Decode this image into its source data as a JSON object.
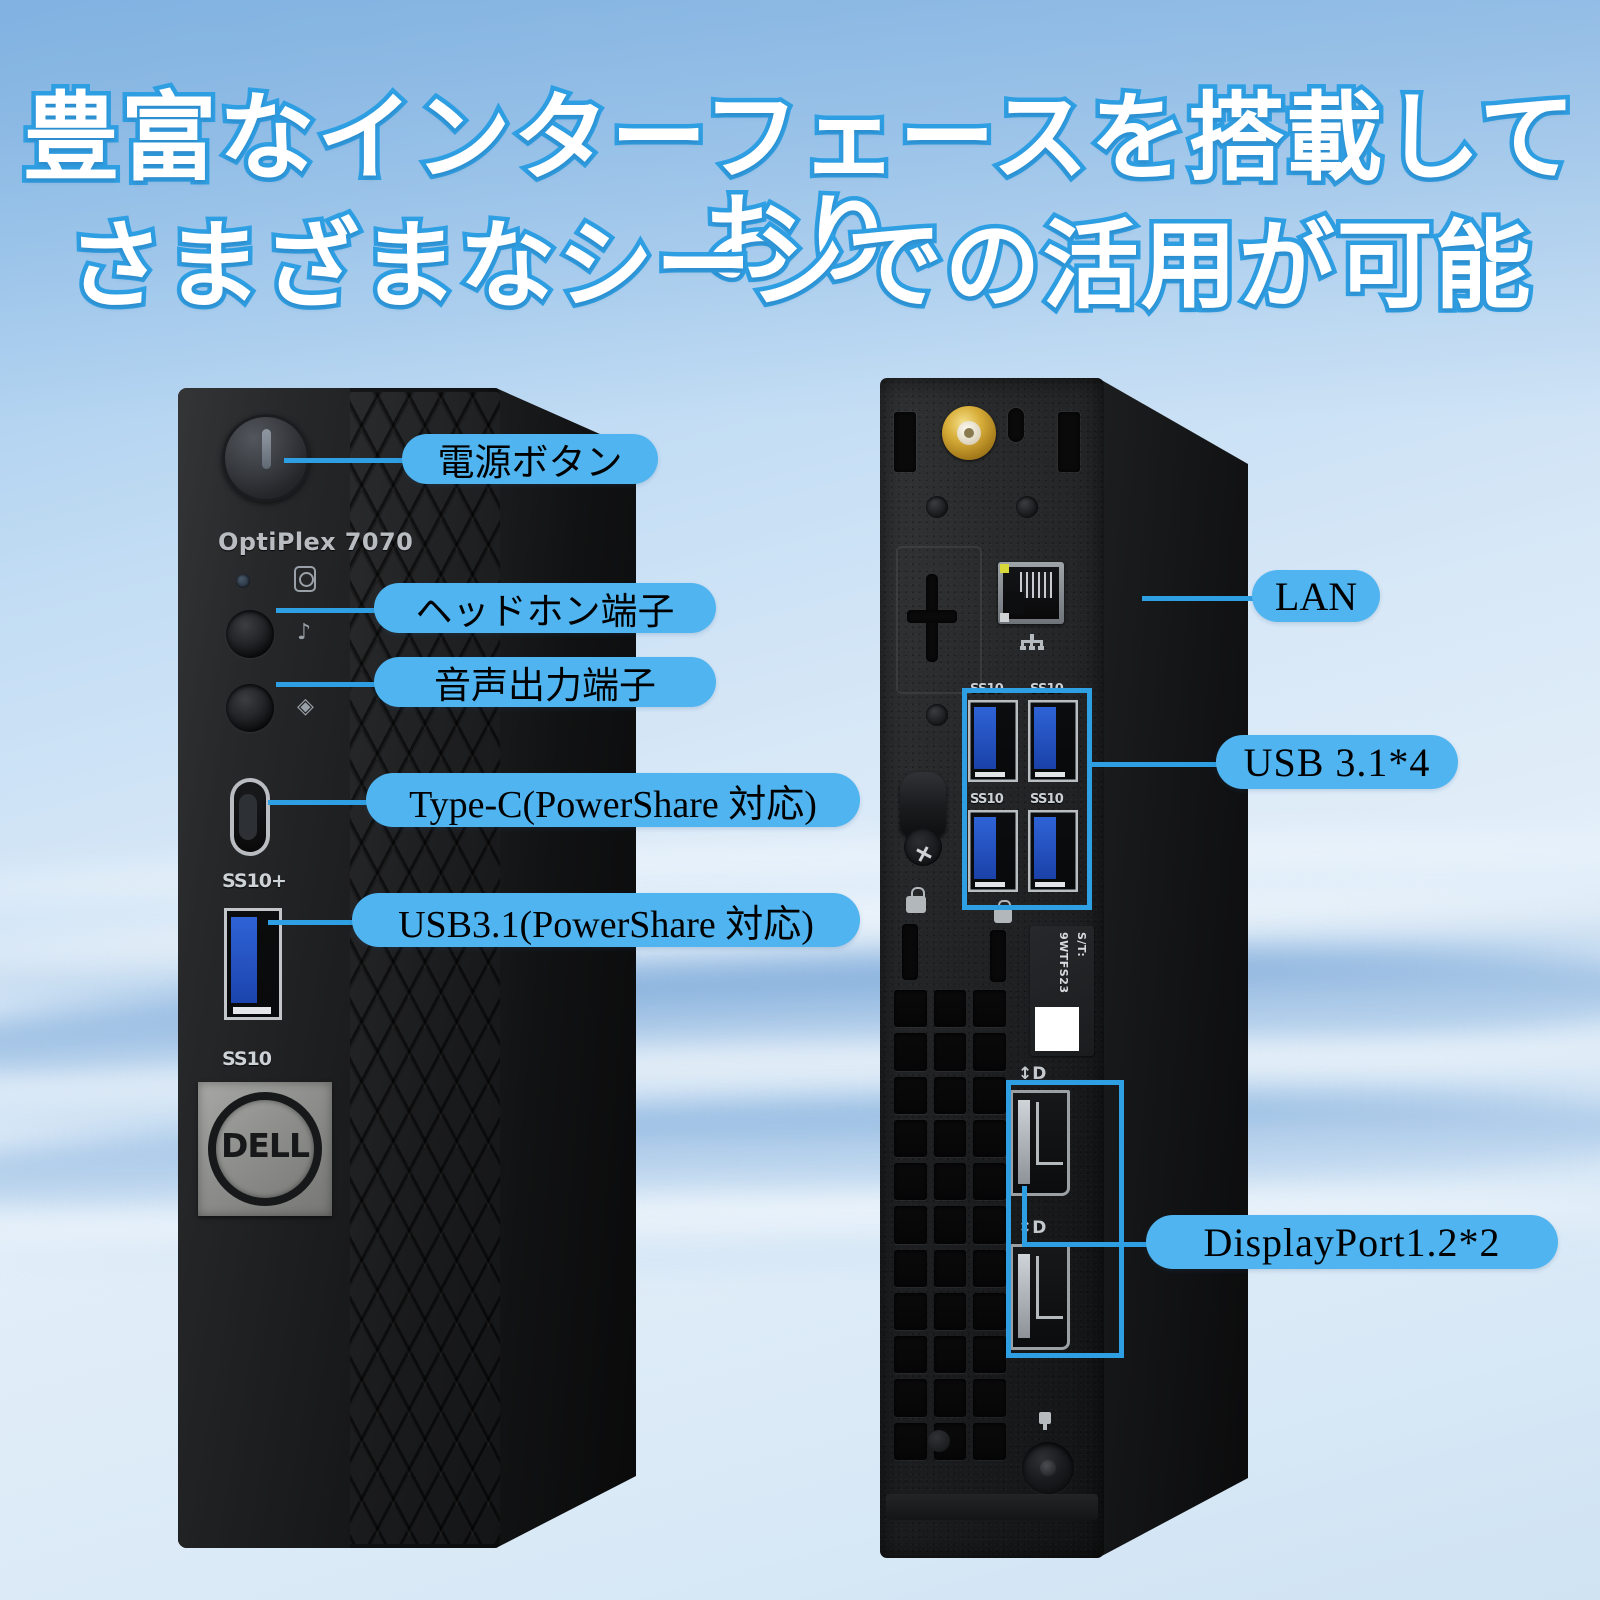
{
  "headline": {
    "line1": "豊富なインターフェースを搭載しており",
    "line2": "さまざまなシーンでの活用が可能",
    "text_color": "#ffffff",
    "stroke_color": "#2f9fe3"
  },
  "theme": {
    "pill_color": "#4fb4ef",
    "pill_text_color": "#000000",
    "leader_line_color": "#2f9fe3",
    "highlight_box_color": "#2f9fe3",
    "background_top": "#8cbbe6",
    "background_bottom": "#cfe3f3"
  },
  "front_unit": {
    "brand": "DELL",
    "model_text": "OptiPlex 7070",
    "port_markings": {
      "typec_ss": "SS10+",
      "usba_ss": "SS10"
    },
    "callouts": [
      {
        "id": "power-button",
        "label": "電源ボタン"
      },
      {
        "id": "headphone-jack",
        "label": "ヘッドホン端子"
      },
      {
        "id": "line-out-jack",
        "label": "音声出力端子"
      },
      {
        "id": "type-c-port",
        "label": "Type-C(PowerShare 対応)"
      },
      {
        "id": "usb31-port",
        "label": "USB3.1(PowerShare 対応)"
      }
    ]
  },
  "rear_unit": {
    "service_tag_prefix": "S/T:",
    "service_tag_value": "9WTFS23",
    "usb_markings": [
      "SS10",
      "SS10",
      "SS10",
      "SS10"
    ],
    "callouts": [
      {
        "id": "lan-port",
        "label": "LAN"
      },
      {
        "id": "usb-cluster",
        "label": "USB 3.1*4"
      },
      {
        "id": "displayports",
        "label": "DisplayPort1.2*2"
      }
    ]
  }
}
